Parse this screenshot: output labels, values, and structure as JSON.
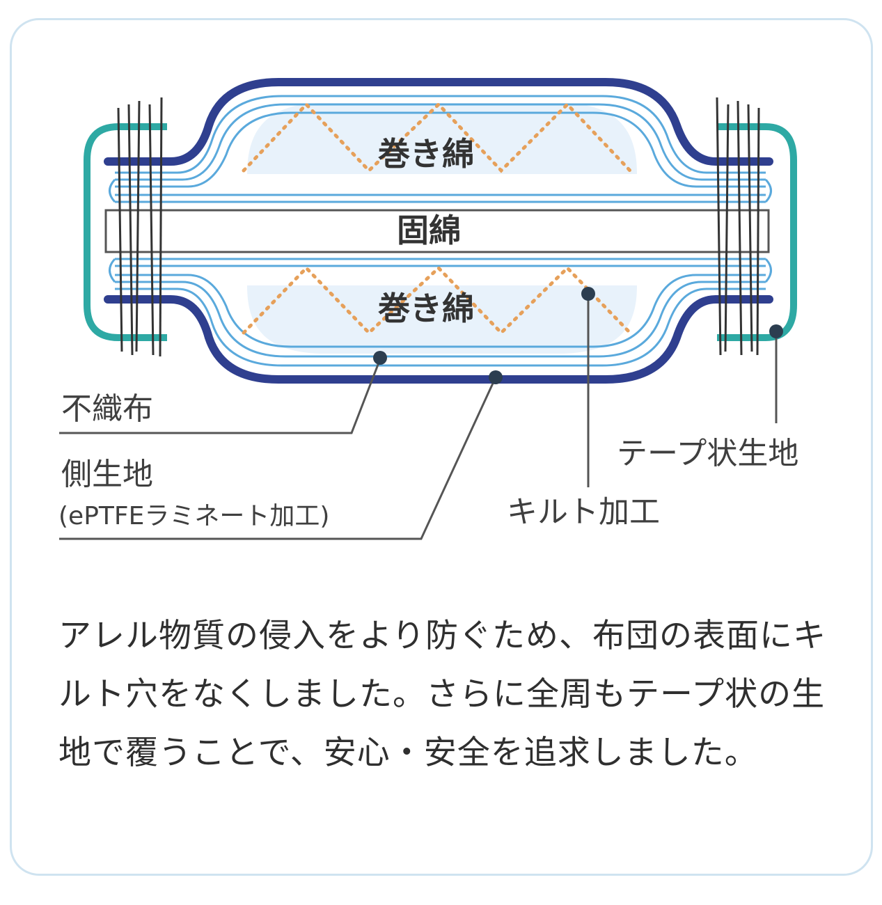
{
  "inner": {
    "top_batting": "巻き綿",
    "middle_batting": "固綿",
    "bottom_batting": "巻き綿"
  },
  "labels": {
    "nonwoven": "不織布",
    "outer_fabric": "側生地",
    "outer_fabric_note": "(ePTFEラミネート加工)",
    "quilting": "キルト加工",
    "tape_fabric": "テープ状生地"
  },
  "description": "アレル物質の侵入をより防ぐため、布団の表面にキルト穴をなくしました。さらに全周もテープ状の生地で覆うことで、安心・安全を追求しました。",
  "colors": {
    "outer_fabric": "#2f3f8f",
    "tape": "#2ea9a4",
    "nonwoven": "#6fb6e0",
    "quilt_stitch": "#e6a05a",
    "batting_fill": "#e6f1fb",
    "leader": "#555555"
  }
}
